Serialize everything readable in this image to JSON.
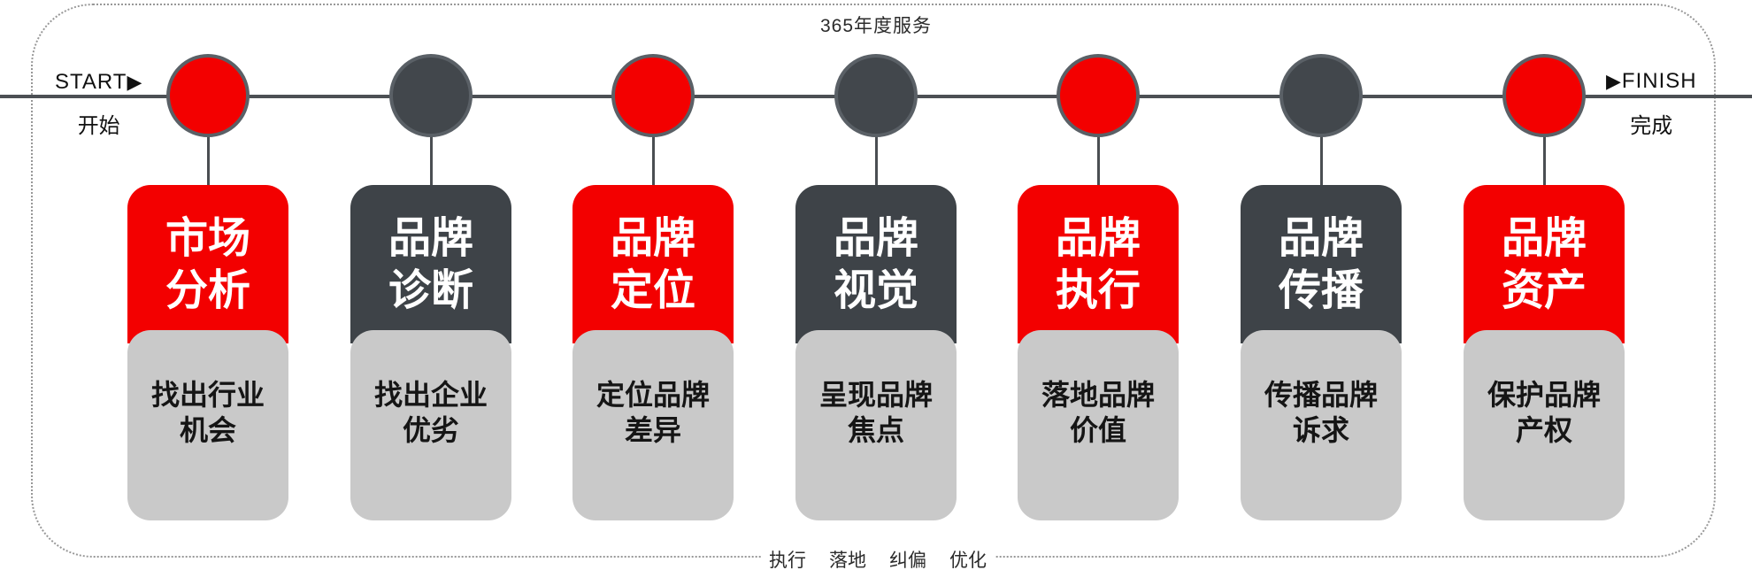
{
  "header": {
    "title": "365年度服务"
  },
  "timeline": {
    "start": {
      "label": "START",
      "arrow": "▶",
      "sub": "开始"
    },
    "finish": {
      "label": "FINISH",
      "arrow": "▶",
      "sub": "完成"
    }
  },
  "stages": [
    {
      "color": "red",
      "title_line1": "市场",
      "title_line2": "分析",
      "desc_line1": "找出行业",
      "desc_line2": "机会"
    },
    {
      "color": "dark",
      "title_line1": "品牌",
      "title_line2": "诊断",
      "desc_line1": "找出企业",
      "desc_line2": "优劣"
    },
    {
      "color": "red",
      "title_line1": "品牌",
      "title_line2": "定位",
      "desc_line1": "定位品牌",
      "desc_line2": "差异"
    },
    {
      "color": "dark",
      "title_line1": "品牌",
      "title_line2": "视觉",
      "desc_line1": "呈现品牌",
      "desc_line2": "焦点"
    },
    {
      "color": "red",
      "title_line1": "品牌",
      "title_line2": "执行",
      "desc_line1": "落地品牌",
      "desc_line2": "价值"
    },
    {
      "color": "dark",
      "title_line1": "品牌",
      "title_line2": "传播",
      "desc_line1": "传播品牌",
      "desc_line2": "诉求"
    },
    {
      "color": "red",
      "title_line1": "品牌",
      "title_line2": "资产",
      "desc_line1": "保护品牌",
      "desc_line2": "产权"
    }
  ],
  "footer": {
    "labels": [
      "执行",
      "落地",
      "纠偏",
      "优化"
    ]
  },
  "colors": {
    "red": "#f30000",
    "dark": "#3e4348",
    "node_gray": "#42474c",
    "node_border": "#5a6066",
    "card_body_gray": "#c9c9c9",
    "timeline_line": "#4c5054",
    "dashed_border": "#989898"
  }
}
